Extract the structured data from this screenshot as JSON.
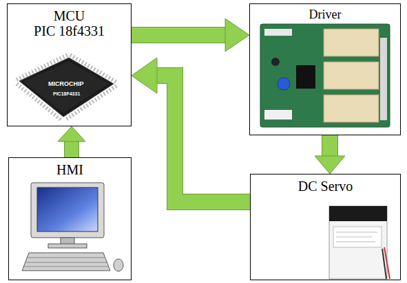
{
  "diagram": {
    "nodes": [
      {
        "text": [
          "MCU",
          "PIC 18f4331"
        ]
      },
      {
        "text": [
          "Driver"
        ]
      },
      {
        "text": [
          "HMI"
        ]
      },
      {
        "text": [
          "DC Servo"
        ]
      }
    ],
    "edges": [
      {
        "from": 0,
        "to": 1,
        "arrow": "to"
      },
      {
        "from": 1,
        "to": 3,
        "arrow": "to"
      },
      {
        "from": 2,
        "to": 0,
        "arrow": "to"
      },
      {
        "from": 3,
        "to": 0,
        "arrow": "to"
      }
    ],
    "labels": [
      "MICROCHIP",
      "PIC18F4331"
    ]
  }
}
